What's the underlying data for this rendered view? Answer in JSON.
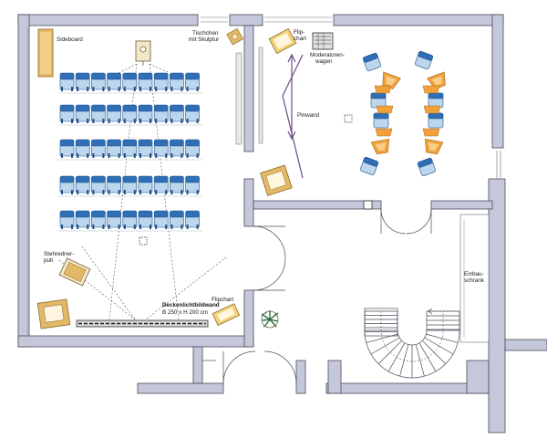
{
  "labels": {
    "sideboard": "Sideboard",
    "tischchen_1": "Tischchen",
    "tischchen_2": "mit Skulptur",
    "flipchart_top_1": "Flip-",
    "flipchart_top_2": "chart",
    "moderatorenwagen_1": "Moderatoren-",
    "moderatorenwagen_2": "wagen",
    "pinwand": "Pinwand",
    "stehrednerpult_1": "Stehredner-",
    "stehrednerpult_2": "pult",
    "deckenlichtbildwand_1": "Deckenlichtbildwand",
    "deckenlichtbildwand_2": "B 250 x H 200 cm",
    "flipchart_bottom": "Flipchart",
    "einbauschrank_1": "Einbau-",
    "einbauschrank_2": "schrank"
  },
  "colors": {
    "wall": "#c5c8da",
    "wall_stroke": "#4a4a5a",
    "chair_blue": "#2f6fb5",
    "chair_light": "#bcd6ee",
    "chair_orange": "#f2a13a",
    "wood": "#e3b867",
    "furniture_light": "#f4e7c6"
  },
  "icons": {
    "projector": "projector-icon",
    "plant": "plant-icon",
    "stairs": "spiral-staircase"
  }
}
